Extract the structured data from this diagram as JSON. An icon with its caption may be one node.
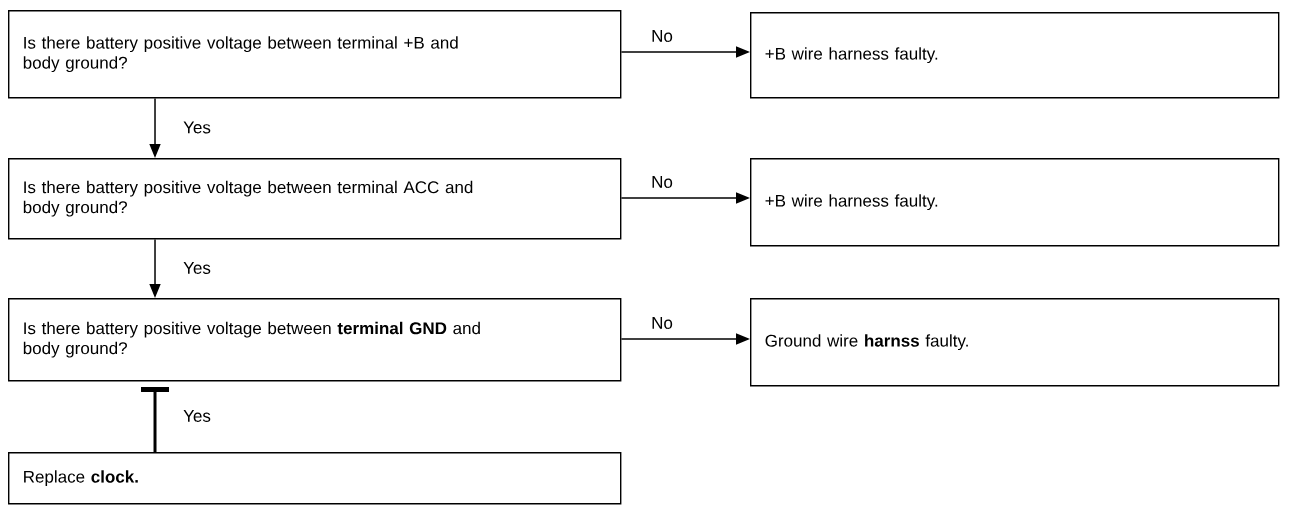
{
  "diagram": {
    "nodes": [
      {
        "text": [
          "Is there battery positive voltage between terminal +B and body ground?"
        ]
      },
      {
        "text": [
          "+B wire harness faulty."
        ]
      },
      {
        "text": [
          "Is there battery positive voltage between terminal ACC and body ground?"
        ]
      },
      {
        "text": [
          "+B wire harness faulty."
        ]
      },
      {
        "text": [
          "Is there battery positive voltage between **terminal GND** and body ground?"
        ]
      },
      {
        "text": [
          "Ground wire **harnss** faulty."
        ]
      },
      {
        "text": [
          "Replace **clock.**"
        ]
      }
    ],
    "edges": [
      {
        "from": 0,
        "to": 1,
        "arrow": "to",
        "label": "No"
      },
      {
        "from": 0,
        "to": 2,
        "arrow": "to",
        "label": "Yes"
      },
      {
        "from": 2,
        "to": 3,
        "arrow": "to",
        "label": "No"
      },
      {
        "from": 2,
        "to": 4,
        "arrow": "to",
        "label": "Yes"
      },
      {
        "from": 4,
        "to": 5,
        "arrow": "to",
        "label": "No"
      },
      {
        "from": 4,
        "to": 6,
        "arrow": "none",
        "label": "Yes"
      }
    ]
  }
}
